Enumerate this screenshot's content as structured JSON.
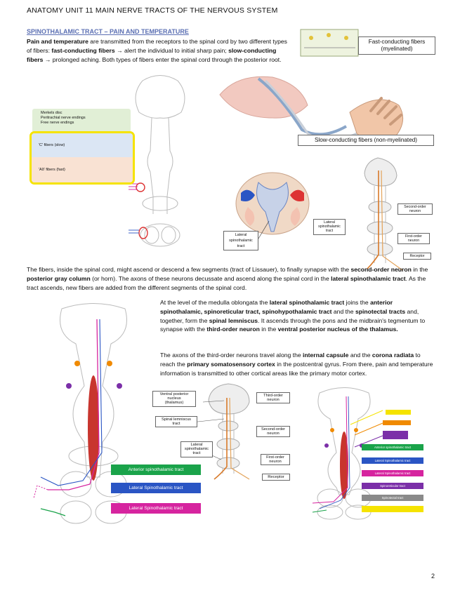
{
  "header": {
    "title": "ANATOMY UNIT 11 MAIN NERVE TRACTS OF THE NERVOUS SYSTEM"
  },
  "section": {
    "title": "SPINOTHALAMIC TRACT – PAIN AND TEMPERATURE"
  },
  "intro": {
    "t1": "Pain and temperature",
    "t2": " are transmitted from the receptors to the spinal cord by two different types of fibers: ",
    "t3": "fast-conducting fibers",
    "t4": " → alert the individual to initial sharp pain; ",
    "t5": "slow-conducting fibers",
    "t6": " → prolonged aching. Both types of fibers enter the spinal cord through the posterior root."
  },
  "fig1": {
    "fast_label": "Fast-conducting fibers\n(myelinated)",
    "slow_label": "Slow-conducting fibers (non-myelinated)",
    "green_items": [
      "Merkels disc",
      "Peritrachial nerve endings",
      "Free nerve endings"
    ],
    "blue_item": "'C' fibers (slow)",
    "orange_item": "'Aδ' fibers (fast)",
    "lateral_label": "Lateral\nspinothalamic\ntract",
    "second_order": "Second-order\nneuron",
    "first_order": "First-order\nneuron",
    "lateral2": "Lateral\nspinothalamic\ntract",
    "receptor": "Receptor"
  },
  "para2": {
    "t1": "The fibers, inside the spinal cord, might ascend or descend a few segments (tract of Lissauer), to finally synapse with the ",
    "t2": "second-order neuron",
    "t3": " in the ",
    "t4": "posterior gray column",
    "t5": " (or horn). The axons of these neurons decussate and ascend along the spinal cord in the ",
    "t6": "lateral spinothalamic tract",
    "t7": ". As the tract ascends, new fibers are added from the different segments of the spinal cord."
  },
  "para3": {
    "t1": "At the level of the medulla oblongata the ",
    "t2": "lateral spinothalamic tract",
    "t3": " joins the ",
    "t4": "anterior spinothalamic, spinoreticular tract, spinohypothalamic tract",
    "t5": " and the ",
    "t6": "spinotectal tracts",
    "t7": " and, together, form the ",
    "t8": "spinal lemniscus",
    "t9": ". It ascends through the pons and the midbrain's tegmentum to synapse with the ",
    "t10": "third-order neuron",
    "t11": " in the ",
    "t12": "ventral posterior nucleus of the thalamus."
  },
  "para4": {
    "t1": "The axons of the third-order neurons travel along the ",
    "t2": "internal capsule",
    "t3": " and the ",
    "t4": "corona radiata",
    "t5": " to reach the ",
    "t6": "primary somatosensory cortex",
    "t7": " in the postcentral gyrus. From there, pain and temperature information is transmitted to other cortical areas like the primary motor cortex."
  },
  "fig2": {
    "legend": [
      {
        "label": "Anterior spinothalamic tract",
        "color": "#1aa34a"
      },
      {
        "label": "Lateral Spinothalamic tract",
        "color": "#2a55c4"
      },
      {
        "label": "Lateral Spinothalamic tract",
        "color": "#d6249f"
      }
    ]
  },
  "fig3": {
    "vpn": "Ventral posterior\nnucleus\n(thalamus)",
    "third": "Third-order\nneuron",
    "spinal_lemniscus": "Spinal lemniscus\ntract",
    "second": "Second-order\nneuron",
    "lateral": "Lateral\nspinothalamic\ntract",
    "first": "First-order\nneuron",
    "receptor": "Receptor"
  },
  "fig4": {
    "legend": [
      {
        "label": "Anterior spinothalamic tract",
        "color": "#1aa34a"
      },
      {
        "label": "Lateral Spinothalamic tract",
        "color": "#2a55c4"
      },
      {
        "label": "Lateral Spinothalamic tract",
        "color": "#d6249f"
      },
      {
        "label": "Spinoreticular tract",
        "color": "#7b2fa8"
      },
      {
        "label": "Spinotectal tract",
        "color": "#8a8a8a"
      },
      {
        "label": "",
        "color": "#f5e300"
      }
    ],
    "top_tags": [
      {
        "label": "",
        "color": "#f5e300"
      },
      {
        "label": "",
        "color": "#f08a00"
      },
      {
        "label": "",
        "color": "#7b2fa8"
      }
    ]
  },
  "page": {
    "number": "2"
  }
}
